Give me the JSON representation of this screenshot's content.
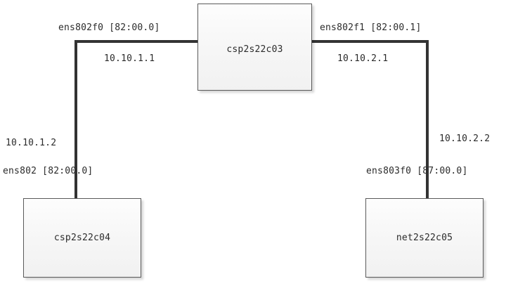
{
  "diagram": {
    "type": "network-topology",
    "title": "",
    "colors": {
      "link": "#333333",
      "node_border": "#5a5a5a",
      "node_fill": "#f7f7f7",
      "text": "#2b2b2b",
      "background": "#ffffff"
    }
  },
  "nodes": [
    {
      "id": "csp2s22c03",
      "label": "csp2s22c03",
      "role": "middle-host"
    },
    {
      "id": "csp2s22c04",
      "label": "csp2s22c04",
      "role": "left-host"
    },
    {
      "id": "net2s22c05",
      "label": "net2s22c05",
      "role": "right-host"
    }
  ],
  "links": [
    {
      "id": "link-left",
      "from": "csp2s22c03",
      "to": "csp2s22c04",
      "endpoints": [
        {
          "node": "csp2s22c03",
          "interface": "ens802f0 [82:00.0]",
          "interface_name": "ens802f0",
          "pci_address": "82:00.0",
          "ip": "10.10.1.1"
        },
        {
          "node": "csp2s22c04",
          "interface": "ens802 [82:00.0]",
          "interface_name": "ens802",
          "pci_address": "82:00.0",
          "ip": "10.10.1.2"
        }
      ]
    },
    {
      "id": "link-right",
      "from": "csp2s22c03",
      "to": "net2s22c05",
      "endpoints": [
        {
          "node": "csp2s22c03",
          "interface": "ens802f1 [82:00.1]",
          "interface_name": "ens802f1",
          "pci_address": "82:00.1",
          "ip": "10.10.2.1"
        },
        {
          "node": "net2s22c05",
          "interface": "ens803f0 [87:00.0]",
          "interface_name": "ens803f0",
          "pci_address": "87:00.0",
          "ip": "10.10.2.2"
        }
      ]
    }
  ]
}
